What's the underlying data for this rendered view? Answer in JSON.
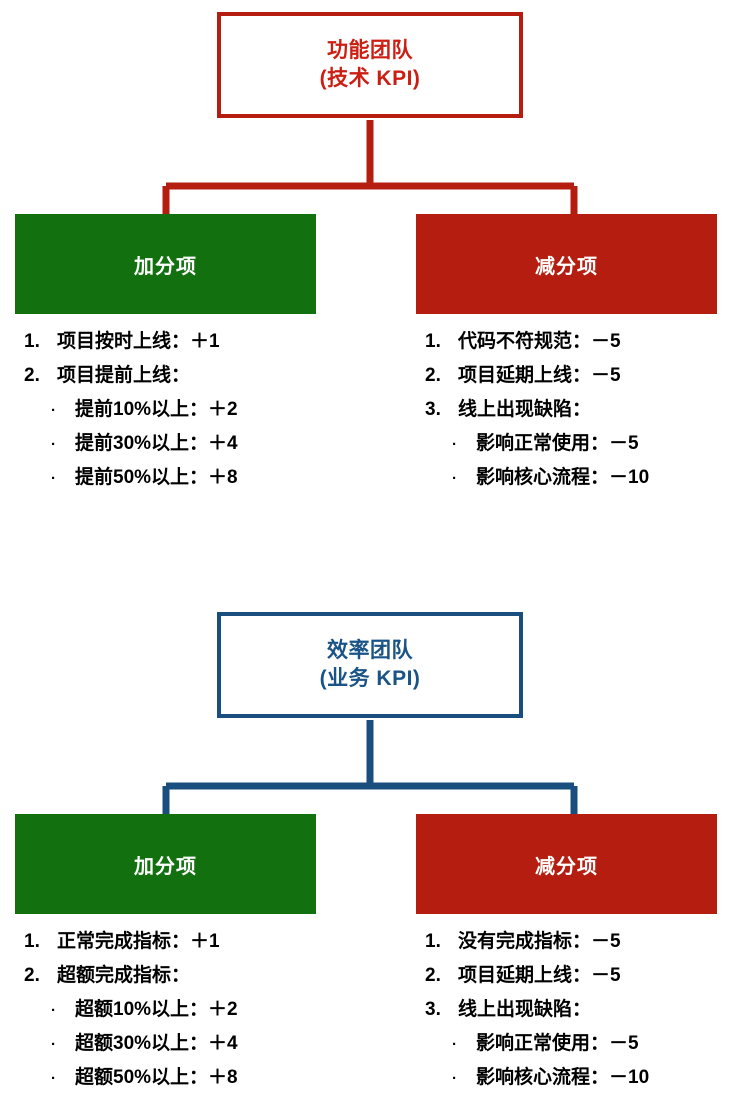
{
  "colors": {
    "technical_accent": "#b51d11",
    "technical_text": "#cc1f14",
    "business_accent": "#1a4e7e",
    "business_text": "#1a5386",
    "plus_box": "#12700f",
    "minus_box": "#b51d11",
    "box_text": "#ffffff",
    "list_text": "#000000",
    "background": "#ffffff"
  },
  "diagrams": [
    {
      "id": "technical",
      "root": {
        "line1": "功能团队",
        "line2": "(技术 KPI)"
      },
      "plus": {
        "title": "加分项",
        "items": [
          {
            "level": 1,
            "marker": "1.",
            "text": "项目按时上线：＋1"
          },
          {
            "level": 1,
            "marker": "2.",
            "text": "项目提前上线："
          },
          {
            "level": 2,
            "marker": "·",
            "text": "提前10%以上：＋2"
          },
          {
            "level": 2,
            "marker": "·",
            "text": "提前30%以上：＋4"
          },
          {
            "level": 2,
            "marker": "·",
            "text": "提前50%以上：＋8"
          }
        ]
      },
      "minus": {
        "title": "减分项",
        "items": [
          {
            "level": 1,
            "marker": "1.",
            "text": "代码不符规范：－5"
          },
          {
            "level": 1,
            "marker": "2.",
            "text": "项目延期上线：－5"
          },
          {
            "level": 1,
            "marker": "3.",
            "text": "线上出现缺陷："
          },
          {
            "level": 2,
            "marker": "·",
            "text": "影响正常使用：－5"
          },
          {
            "level": 2,
            "marker": "·",
            "text": "影响核心流程：－10"
          }
        ]
      }
    },
    {
      "id": "business",
      "root": {
        "line1": "效率团队",
        "line2": "(业务 KPI)"
      },
      "plus": {
        "title": "加分项",
        "items": [
          {
            "level": 1,
            "marker": "1.",
            "text": "正常完成指标：＋1"
          },
          {
            "level": 1,
            "marker": "2.",
            "text": "超额完成指标："
          },
          {
            "level": 2,
            "marker": "·",
            "text": "超额10%以上：＋2"
          },
          {
            "level": 2,
            "marker": "·",
            "text": "超额30%以上：＋4"
          },
          {
            "level": 2,
            "marker": "·",
            "text": "超额50%以上：＋8"
          }
        ]
      },
      "minus": {
        "title": "减分项",
        "items": [
          {
            "level": 1,
            "marker": "1.",
            "text": "没有完成指标：－5"
          },
          {
            "level": 1,
            "marker": "2.",
            "text": "项目延期上线：－5"
          },
          {
            "level": 1,
            "marker": "3.",
            "text": "线上出现缺陷："
          },
          {
            "level": 2,
            "marker": "·",
            "text": "影响正常使用：－5"
          },
          {
            "level": 2,
            "marker": "·",
            "text": "影响核心流程：－10"
          }
        ]
      }
    }
  ]
}
